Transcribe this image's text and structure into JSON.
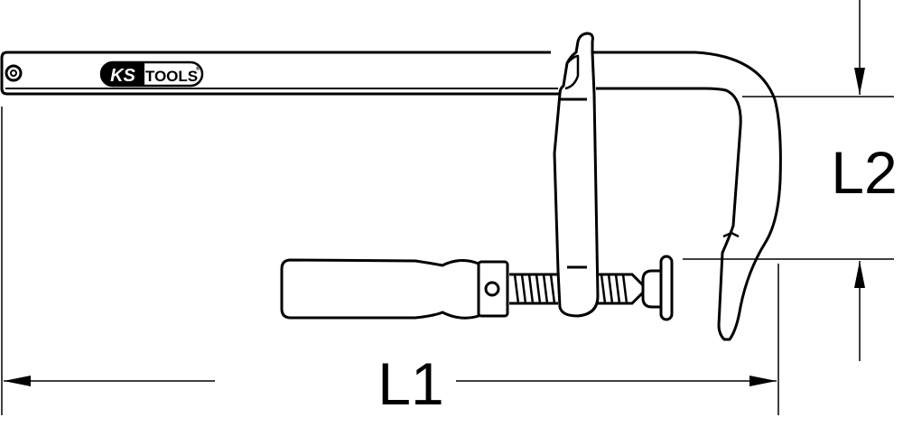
{
  "diagram": {
    "subject": "F-clamp (screw clamp) technical drawing",
    "brand": {
      "left": "KS",
      "right": "TOOLS",
      "registered_mark": "®"
    },
    "dimensions": {
      "L1": {
        "label": "L1",
        "meaning": "overall length"
      },
      "L2": {
        "label": "L2",
        "meaning": "throat depth"
      }
    },
    "colors": {
      "stroke": "#000000",
      "background": "#ffffff"
    }
  }
}
